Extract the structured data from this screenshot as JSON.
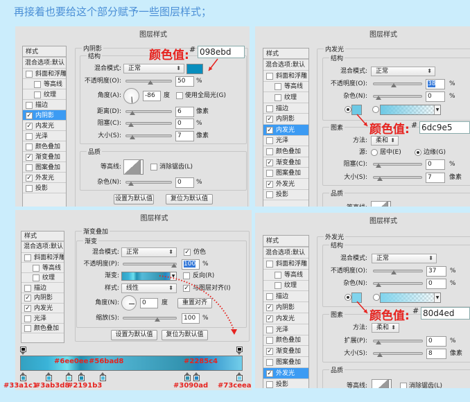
{
  "heading": "再接着也要给这个部分赋予一些图层样式；",
  "dialog_title": "图层样式",
  "annotation_color": "#e6231f",
  "sidebar": {
    "header": "样式",
    "blend_options": "混合选项:默认",
    "items": [
      {
        "label": "斜面和浮雕"
      },
      {
        "label": "等高线",
        "sub": true
      },
      {
        "label": "纹理",
        "sub": true
      },
      {
        "label": "描边"
      },
      {
        "label": "内阴影"
      },
      {
        "label": "内发光"
      },
      {
        "label": "光泽"
      },
      {
        "label": "颜色叠加"
      },
      {
        "label": "渐变叠加"
      },
      {
        "label": "图案叠加"
      },
      {
        "label": "外发光"
      },
      {
        "label": "投影"
      }
    ],
    "checked": [
      "内阴影",
      "内发光",
      "渐变叠加",
      "外发光"
    ]
  },
  "panels": [
    {
      "active": "内阴影",
      "section": "内阴影",
      "structure": "结构",
      "blend_mode_label": "混合模式:",
      "blend_mode": "正常",
      "color": "#098ebd",
      "opacity_label": "不透明度(O):",
      "opacity": "50",
      "pct": "%",
      "angle_label": "角度(A):",
      "angle": "-86",
      "angle_unit": "度",
      "global_light_label": "使用全局光(G)",
      "global_light": false,
      "distance_label": "距离(D):",
      "distance": "6",
      "px": "像素",
      "choke_label": "阻塞(C):",
      "choke": "0",
      "size_label": "大小(S):",
      "size": "7",
      "quality": "品质",
      "contour_label": "等高线:",
      "antialias_label": "消除锯齿(L)",
      "antialias": false,
      "noise_label": "杂色(N):",
      "noise": "0",
      "make_default": "设置为默认值",
      "reset_default": "复位为默认值",
      "annotation": "颜色值:",
      "hash": "#",
      "hex": "098ebd"
    },
    {
      "active": "内发光",
      "section": "内发光",
      "structure": "结构",
      "blend_mode_label": "混合模式:",
      "blend_mode": "正常",
      "opacity_label": "不透明度(O):",
      "opacity": "38",
      "pct": "%",
      "noise_label": "杂色(N):",
      "noise": "0",
      "color": "#6dc9e5",
      "fill_type": "color",
      "elements": "图素",
      "method_label": "方法:",
      "method": "柔和",
      "source_label": "源:",
      "source_center": "居中(E)",
      "source_edge": "边缘(G)",
      "source": "edge",
      "choke_label": "阻塞(C):",
      "choke": "0",
      "size_label": "大小(S):",
      "size": "7",
      "px": "像素",
      "quality": "品质",
      "contour_label": "等高线:",
      "annotation": "颜色值:",
      "hash": "#",
      "hex": "6dc9e5"
    },
    {
      "active": "渐变叠加",
      "section": "渐变叠加",
      "structure": "渐变",
      "blend_mode_label": "混合模式:",
      "blend_mode": "正常",
      "dither_label": "仿色",
      "dither": true,
      "opacity_label": "不透明度(P):",
      "opacity": "100",
      "pct": "%",
      "gradient_label": "渐变:",
      "reverse_label": "反向(R)",
      "reverse": false,
      "style_label": "样式:",
      "style": "线性",
      "align_label": "与图层对齐(I)",
      "align": true,
      "angle_label": "角度(N):",
      "angle": "0",
      "angle_unit": "度",
      "reset_align": "重置对齐",
      "scale_label": "缩放(S):",
      "scale": "100",
      "make_default": "设置为默认值",
      "reset_default": "复位为默认值"
    },
    {
      "active": "外发光",
      "section": "外发光",
      "structure": "结构",
      "blend_mode_label": "混合模式:",
      "blend_mode": "正常",
      "opacity_label": "不透明度(O):",
      "opacity": "37",
      "pct": "%",
      "noise_label": "杂色(N):",
      "noise": "0",
      "color": "#80d4ed",
      "fill_type": "color",
      "elements": "图素",
      "method_label": "方法:",
      "method": "柔和",
      "spread_label": "扩展(P):",
      "spread": "0",
      "size_label": "大小(S):",
      "size": "8",
      "px": "像素",
      "quality": "品质",
      "contour_label": "等高线:",
      "antialias_label": "消除锯齿(L)",
      "antialias": false,
      "annotation": "颜色值:",
      "hash": "#",
      "hex": "80d4ed"
    }
  ],
  "gradient_stops": [
    {
      "color": "#33a1c1",
      "label": "#33a1c1",
      "location": 0
    },
    {
      "color": "#3ab3d8",
      "label": "#3ab3d8",
      "location": 12
    },
    {
      "color": "#6ee0ee",
      "label": "#6ee0ee",
      "location": 21
    },
    {
      "color": "#2191b3",
      "label": "#2191b3",
      "location": 27
    },
    {
      "color": "#56bad8",
      "label": "#56bad8",
      "location": 37
    },
    {
      "color": "#3090ad",
      "label": "#3090ad",
      "location": 76
    },
    {
      "color": "#2285c4",
      "label": "#2285c4",
      "location": 80
    },
    {
      "color": "#73ceea",
      "label": "#73ceea",
      "location": 100
    }
  ]
}
